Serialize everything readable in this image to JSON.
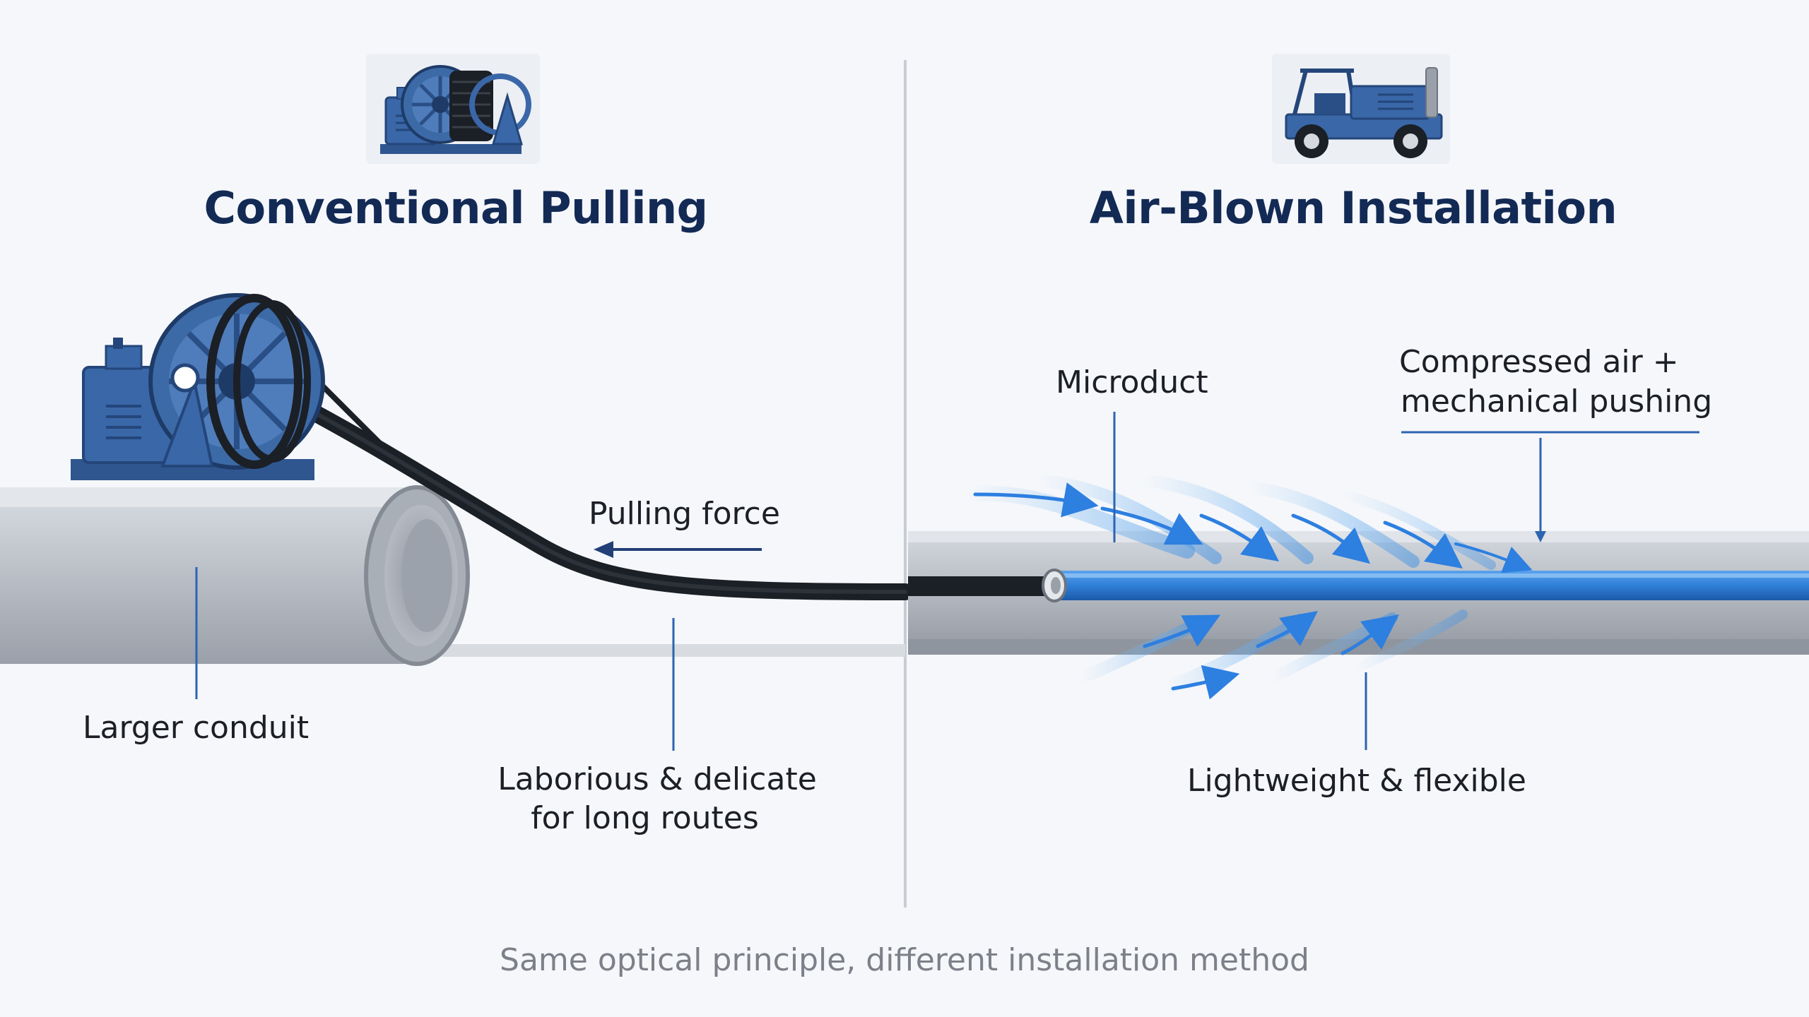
{
  "left_panel": {
    "title": "Conventional Pulling",
    "labels": {
      "pulling_force": "Pulling force",
      "larger_conduit": "Larger conduit",
      "laborious_line1": "Laborious & delicate",
      "laborious_line2": "for long routes"
    },
    "icon": "cable-winch-icon"
  },
  "right_panel": {
    "title": "Air-Blown Installation",
    "labels": {
      "microduct": "Microduct",
      "compressed_air_line1": "Compressed air +",
      "compressed_air_line2": "mechanical pushing",
      "lightweight": "Lightweight & flexible"
    },
    "icon": "blowing-machine-vehicle-icon"
  },
  "footer": "Same optical principle, different installation method",
  "colors": {
    "title": "#132a55",
    "machine_blue": "#3a67a8",
    "fiber_blue": "#2f7fd8",
    "conduit_gray": "#b9bec6",
    "annotation_line": "#2d64b0"
  }
}
